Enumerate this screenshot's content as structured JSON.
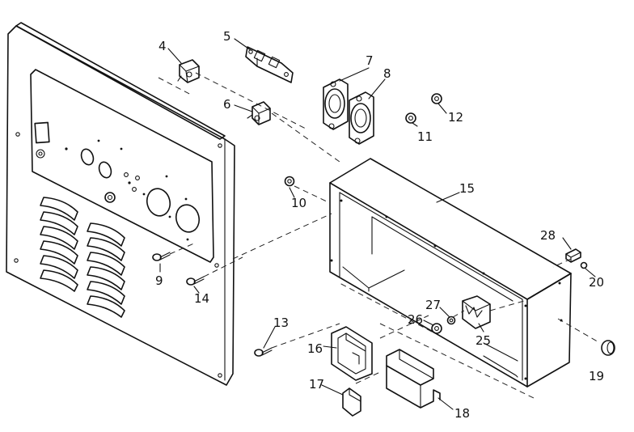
{
  "labels": {
    "p4": "4",
    "p5": "5",
    "p6": "6",
    "p7": "7",
    "p8": "8",
    "p9": "9",
    "p10": "10",
    "p11": "11",
    "p12": "12",
    "p13": "13",
    "p14": "14",
    "p15": "15",
    "p16": "16",
    "p17": "17",
    "p18": "18",
    "p19": "19",
    "p20": "20",
    "p25": "25",
    "p26": "26",
    "p27": "27",
    "p28": "28"
  }
}
